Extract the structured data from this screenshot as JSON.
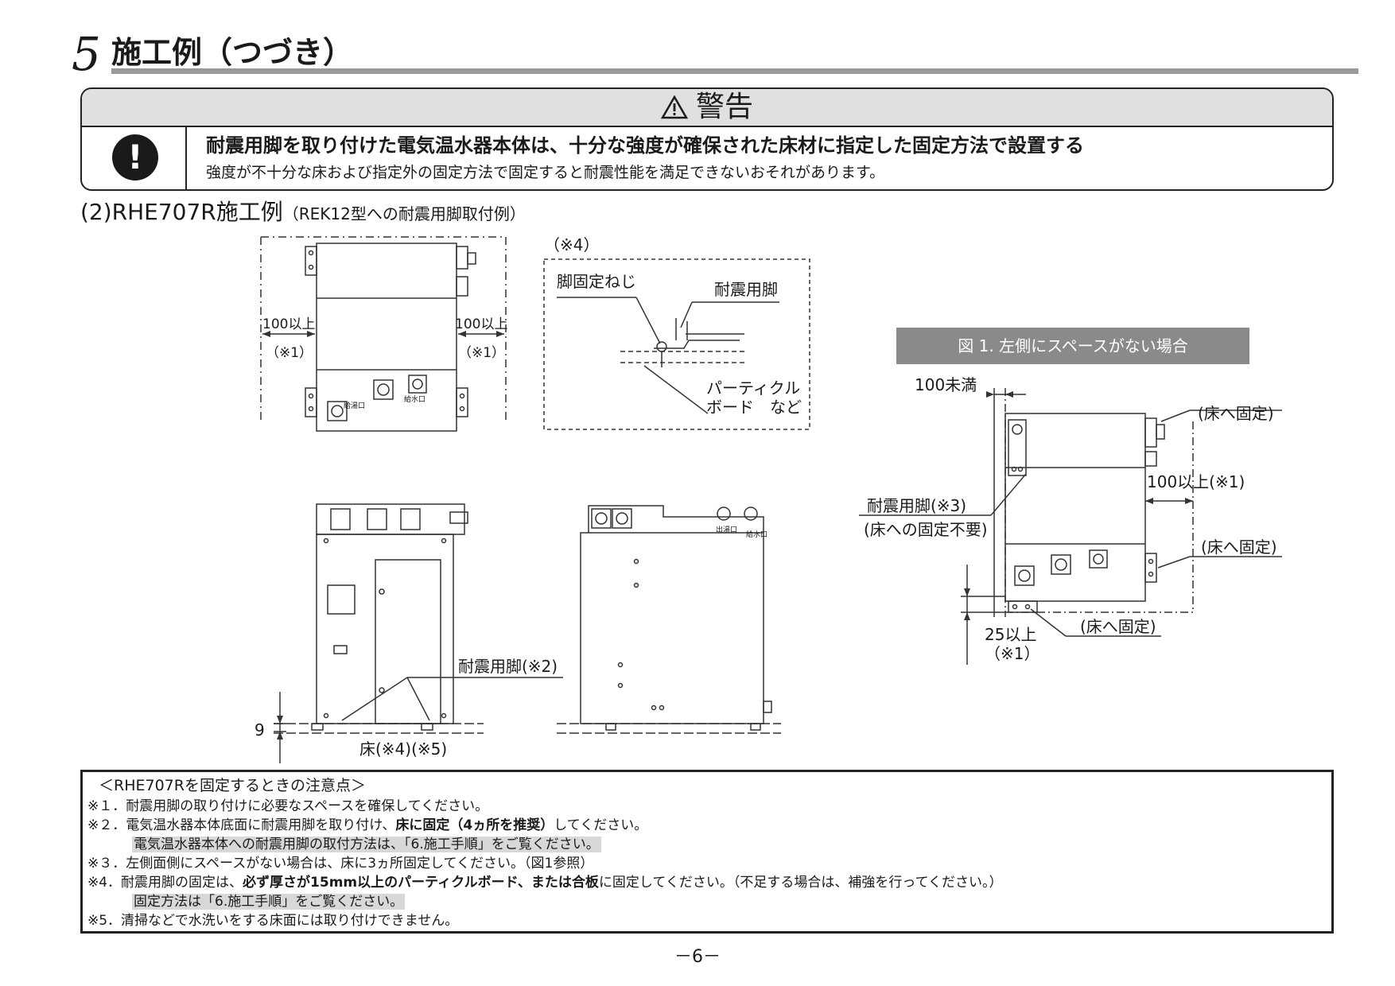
{
  "header": {
    "section_number": "5",
    "section_title": "施工例（つづき）"
  },
  "warning": {
    "title_icon": "warning-triangle-icon",
    "title": "警告",
    "side_icon": "mandatory-exclamation-icon",
    "main_text": "耐震用脚を取り付けた電気温水器本体は、十分な強度が確保された床材に指定した固定方法で設置する",
    "sub_text": "強度が不十分な床および指定外の固定方法で固定すると耐震性能を満足できないおそれがあります。"
  },
  "subheading": {
    "main": "(2)RHE707R施工例",
    "sub": "（REK12型への耐震用脚取付例）"
  },
  "top_view": {
    "left_dim": "100以上",
    "left_note": "（※1）",
    "right_dim": "100以上",
    "right_note": "（※1）",
    "port_left": "給湯口",
    "port_right": "給水口"
  },
  "detail": {
    "note_ref": "（※4）",
    "screw_label": "脚固定ねじ",
    "leg_label": "耐震用脚",
    "board_label_1": "パーティクル",
    "board_label_2": "ボード　など"
  },
  "front_view": {
    "leg_label": "耐震用脚(※2)",
    "height_dim": "9",
    "floor_label": "床(※4)(※5)"
  },
  "side_view": {
    "port_a": "出湯口",
    "port_b": "給水口"
  },
  "figure1": {
    "caption": "図 1. 左側にスペースがない場合",
    "gap_label": "100未満",
    "fix_top": "(床へ固定)",
    "right_dim": "100以上(※1)",
    "leg_label": "耐震用脚(※3)",
    "leg_sub": "(床への固定不要)",
    "fix_mid": "(床へ固定)",
    "fix_bottom": "(床へ固定)",
    "bottom_dim": "25以上",
    "bottom_note": "（※1）"
  },
  "notes": {
    "heading": "＜RHE707Rを固定するときの注意点＞",
    "n1": "※１．耐震用脚の取り付けに必要なスペースを確保してください。",
    "n2_a": "※２．電気温水器本体底面に耐震用脚を取り付け、",
    "n2_b": "床に固定（4ヵ所を推奨）",
    "n2_c": "してください。",
    "n2_sub": "電気温水器本体への耐震用脚の取付方法は、「6.施工手順」をご覧ください。",
    "n3": "※３．左側面側にスペースがない場合は、床に3ヵ所固定してください。（図1参照）",
    "n4_a": "※4．耐震用脚の固定は、",
    "n4_b": "必ず厚さが15mm以上のパーティクルボード、または合板",
    "n4_c": "に固定してください。（不足する場合は、補強を行ってください。）",
    "n4_sub": "固定方法は「6.施工手順」をご覧ください。",
    "n5": "※5．清掃などで水洗いをする床面には取り付けできません。"
  },
  "page_number": "－6－"
}
